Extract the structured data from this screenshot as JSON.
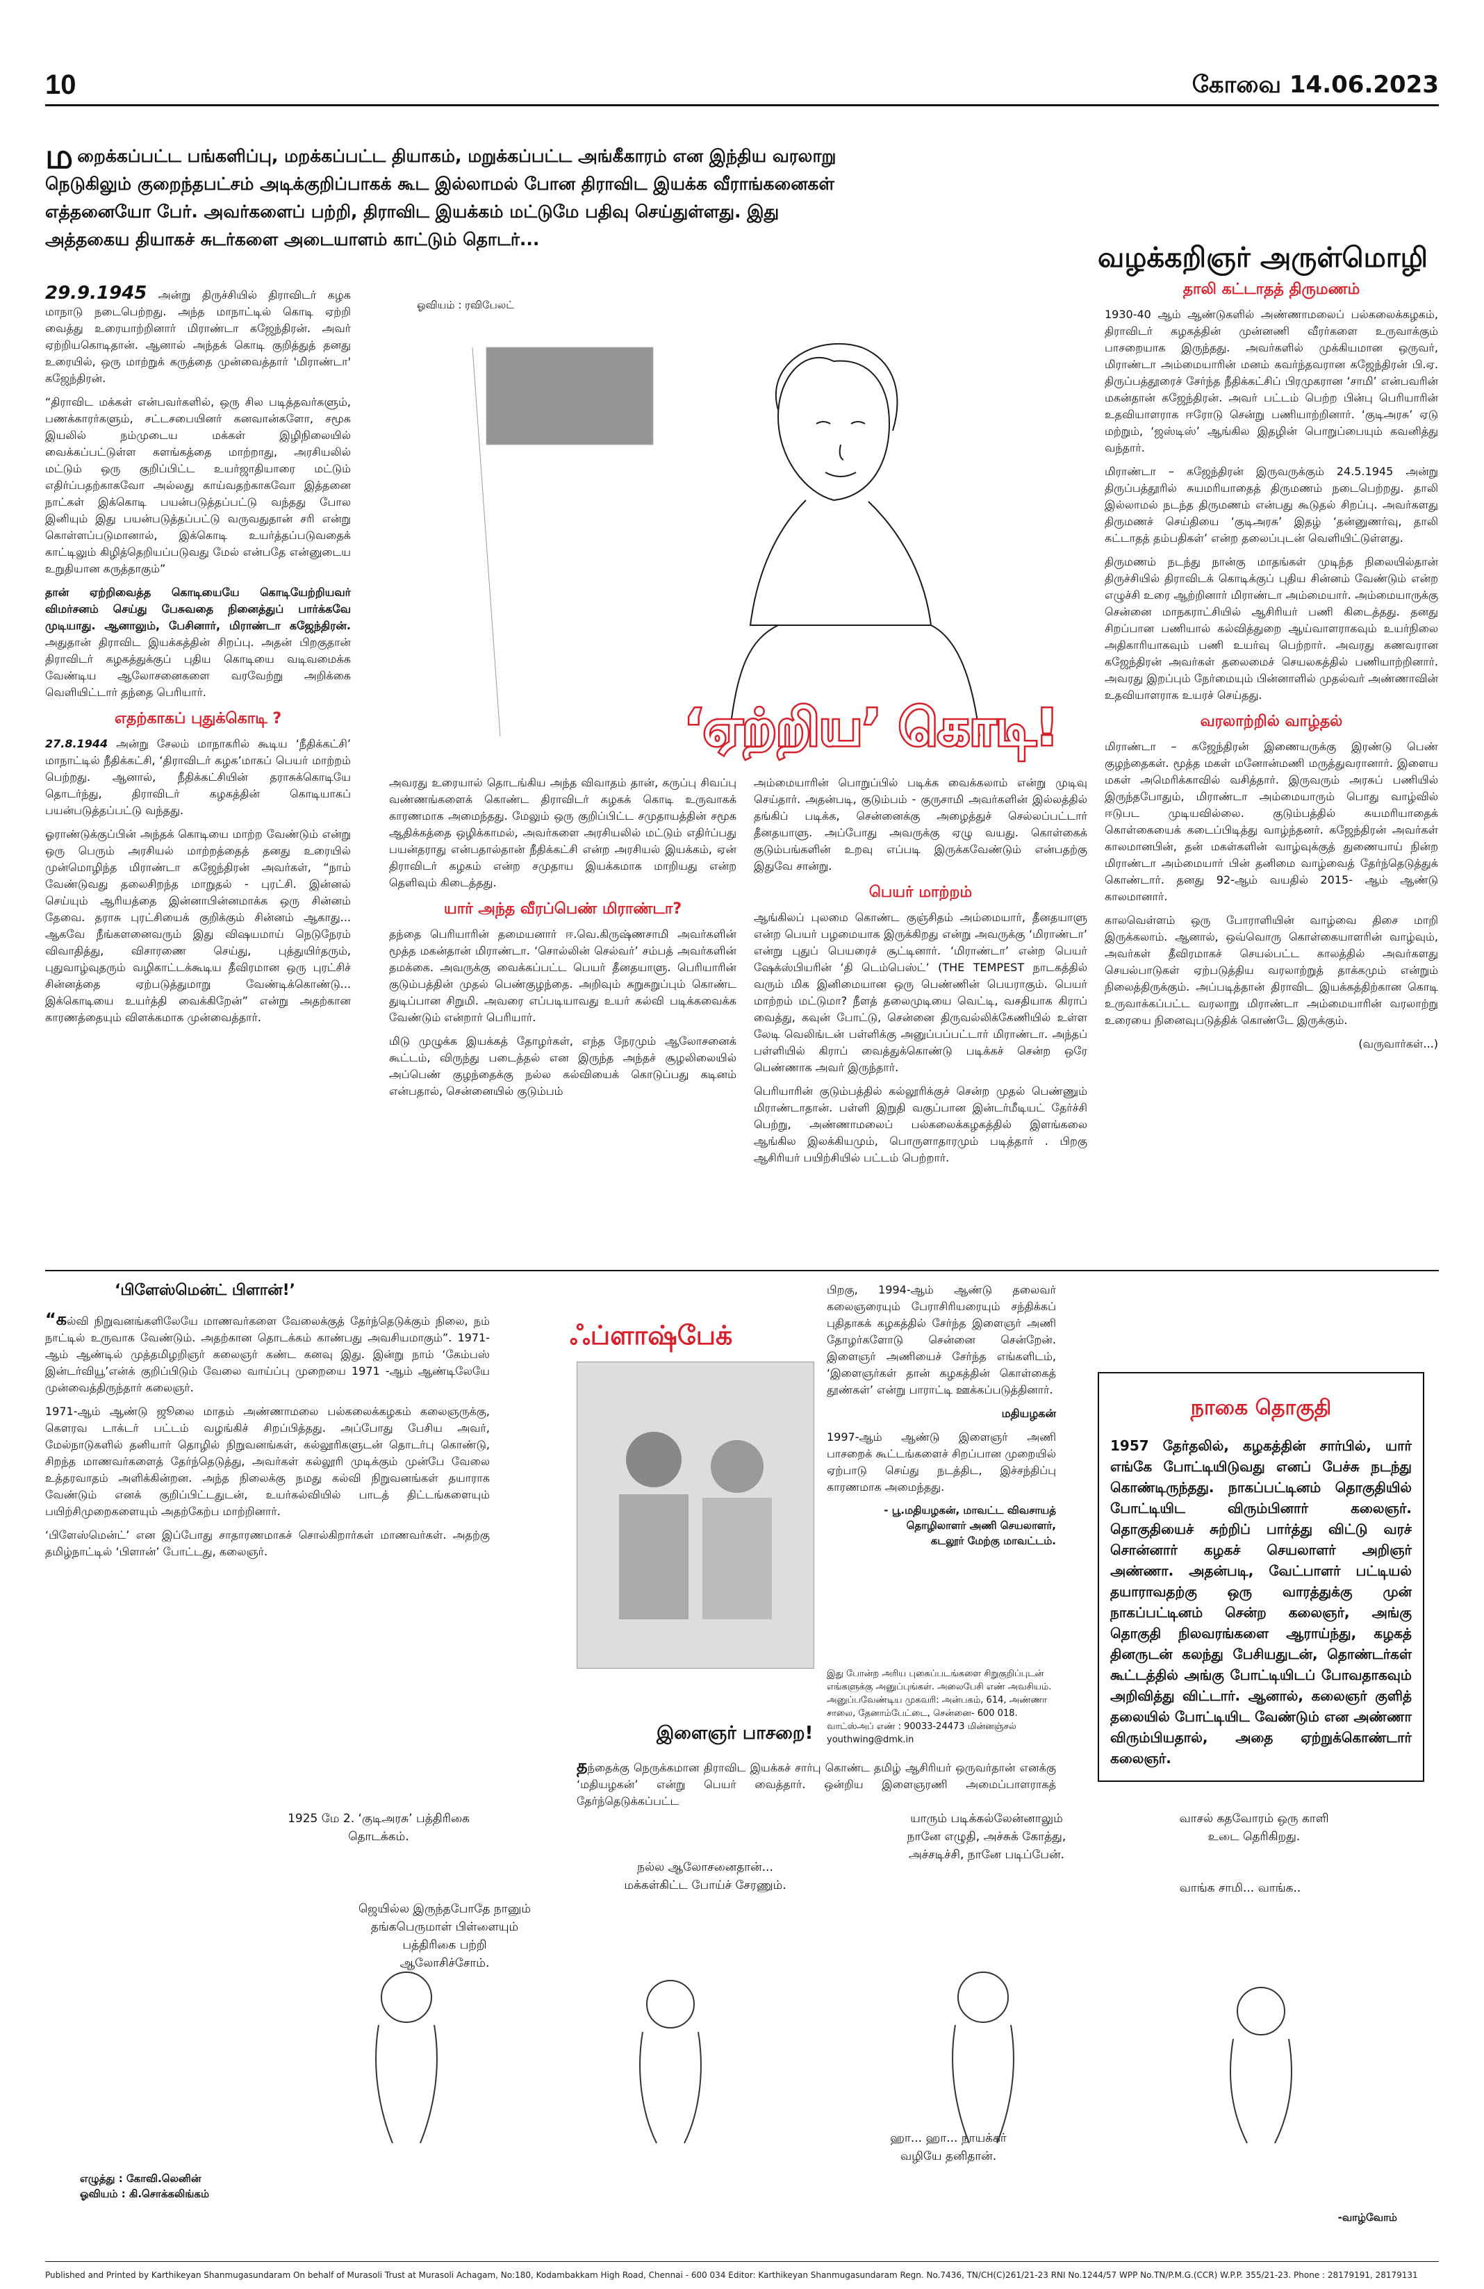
{
  "header": {
    "page_number": "10",
    "city_date": "கோவை 14.06.2023"
  },
  "intro": {
    "dropcap": "ம",
    "text": "றைக்கப்பட்ட பங்களிப்பு, மறக்கப்பட்ட தியாகம், மறுக்கப்பட்ட அங்கீகாரம் என இந்திய வரலாறு நெடுகிலும் குறைந்தபட்சம் அடிக்குறிப்பாகக் கூட இல்லாமல் போன திராவிட இயக்க வீராங்கனைகள் எத்தனையோ பேர். அவர்களைப் பற்றி, திராவிட இயக்கம் மட்டுமே பதிவு செய்துள்ளது. இது அத்தகைய தியாகச் சுடர்களை அடையாளம் காட்டும் தொடர்..."
  },
  "series": {
    "label": "வழக்கறிஞர் அருள்மொழி"
  },
  "art_credit": "ஓவியம் : ரவிபேலட்",
  "main_title": "‘ஏற்றிய’ கொடி!",
  "col1": {
    "p1_date": "29.9.1945",
    "p1": "அன்று திருச்சியில் திராவிடர் கழக மாநாடு நடைபெற்றது. அந்த மாநாட்டில் கொடி ஏற்றி வைத்து உரையாற்றினார் மிராண்டா கஜேந்திரன். அவர் ஏற்றியகொடிதான். ஆனால் அந்தக் கொடி குறித்துத் தனது உரையில், ஒரு மாற்றுக் கருத்தை முன்வைத்தார் 'மிராண்டா' கஜேந்திரன்.",
    "p2": "“திராவிட மக்கள் என்பவர்களில், ஒரு சில படித்தவர்களும், பணக்காரர்களும், சட்டசபையினர் கனவான்களோ, சமூக இயலில் நம்முடைய மக்கள் இழிநிலையில் வைக்கப்பட்டுள்ள களங்கத்தை மாற்றாது, அரசியலில் மட்டும் ஒரு குறிப்பிட்ட உயர்ஜாதியாரை மட்டும் எதிர்ப்பதற்காகவோ அல்லது காய்வதற்காகவோ இத்தனை நாட்கள் இக்கொடி பயன்படுத்தப்பட்டு வந்தது போல இனியும் இது பயன்படுத்தப்பட்டு வருவதுதான் சரி என்று கொள்ளப்படுமானால், இக்கொடி உயர்த்தப்படுவதைக் காட்டிலும் கிழித்தெறியப்படுவது மேல் என்பதே என்னுடைய உறுதியான கருத்தாகும்”",
    "p3": "தான் ஏற்றிவைத்த கொடியையே கொடியேற்றியவர் விமர்சனம் செய்து பேசுவதை நினைத்துப் பார்க்கவே முடியாது. ஆனாலும், பேசினார், மிராண்டா கஜேந்திரன்.",
    "p3b": "அதுதான் திராவிட இயக்கத்தின் சிறப்பு. அதன் பிறகுதான் திராவிடர் கழகத்துக்குப் புதிய கொடியை வடிவமைக்க வேண்டிய ஆலோசனைகளை வரவேற்று அறிக்கை வெளியிட்டார் தந்தை பெரியார்.",
    "sub": "எதற்காகப் புதுக்கொடி ?",
    "p4_date": "27.8.1944",
    "p4": "அன்று சேலம் மாநாகரில் கூடிய ‘நீதிக்கட்சி’ மாநாட்டில் நீதிக்கட்சி, ‘திராவிடர் கழக’மாகப் பெயர் மாற்றம் பெற்றது. ஆனால், நீதிக்கட்சியின் தராசுக்கொடியே தொடர்ந்து, திராவிடர் கழகத்தின் கொடியாகப் பயன்படுத்தப்பட்டு வந்தது.",
    "p5": "ஓராண்டுக்குப்பின் அந்தக் கொடியை மாற்ற வேண்டும் என்று ஒரு பெரும் அரசியல் மாற்றத்தைத் தனது உரையில் முன்மொழிந்த மிராண்டா கஜேந்திரன் அவர்கள், “நாம் வேண்டுவது தலைசிறந்த மாறுதல் - புரட்சி. இன்னல் செய்யும் ஆரியத்தை இன்னாபின்னமாக்க ஒரு சின்னம் தேவை. தராசு புரட்சியைக் குறிக்கும் சின்னம் ஆகாது... ஆகவே நீங்களனைவரும் இது விஷயமாய் நெடுநேரம் விவாதித்து, விசாரணை செய்து, புத்துயிர்தரும், புதுவாழ்வுதரும் வழிகாட்டக்கூடிய தீவிரமான ஒரு புரட்சிச் சின்னத்தை ஏற்படுத்துமாறு வேண்டிக்கொண்டு... இக்கொடியை உயர்த்தி வைக்கிறேன்” என்று அதற்கான காரணத்தையும் விளக்கமாக முன்வைத்தார்."
  },
  "col2": {
    "p1": "அவரது உரையால் தொடங்கிய அந்த விவாதம் தான், கருப்பு சிவப்பு வண்ணங்களைக் கொண்ட திராவிடர் கழகக் கொடி உருவாகக் காரணமாக அமைந்தது. மேலும் ஒரு குறிப்பிட்ட சமுதாயத்தின் சமூக ஆதிக்கத்தை ஒழிக்காமல், அவர்களை அரசியலில் மட்டும் எதிர்ப்பது பயன்தராது என்பதால்தான் நீதிக்கட்சி என்ற அரசியல் இயக்கம், ஏன் திராவிடர் கழகம் என்ற சமுதாய இயக்கமாக மாறியது என்ற தெளிவும் கிடைத்தது.",
    "sub": "யார் அந்த வீரப்பெண் மிராண்டா?",
    "p2": "தந்தை பெரியாரின் தமையனார் ஈ.வெ.கிருஷ்ணசாமி அவர்களின் மூத்த மகன்தான் மிராண்டா. ‘சொல்லின் செல்வர்’ சம்பத் அவர்களின் தமக்கை. அவருக்கு வைக்கப்பட்ட பெயர் தீனதயாளு. பெரியாரின் குடும்பத்தின் முதல் பெண்குழந்தை. அறிவும் சுறுசுறுப்பும் கொண்ட துடிப்பான சிறுமி. அவரை எப்படியாவது உயர் கல்வி படிக்கவைக்க வேண்டும் என்றார் பெரியார்.",
    "p3": "மிடு முழுக்க இயக்கத் தோழர்கள், எந்த நேரமும் ஆலோசனைக் கூட்டம், விருந்து படைத்தல் என இருந்த அந்தச் சூழலிலையில் அப்பெண் குழந்தைக்கு நல்ல கல்வியைக் கொடுப்பது கடினம் என்பதால், சென்னையில் குடும்பம்"
  },
  "col3": {
    "p1": "அம்மையாரின் பொறுப்பில் படிக்க வைக்கலாம் என்று முடிவு செய்தார். அதன்படி, குடும்பம் - குருசாமி அவர்களின் இல்லத்தில் தங்கிப் படிக்க, சென்னைக்கு அழைத்துச் செல்லப்பட்டார் தீனதயாளு. அப்போது அவருக்கு ஏழு வயது. கொள்கைக் குடும்பங்களின் உறவு எப்படி இருக்கவேண்டும் என்பதற்கு இதுவே சான்று.",
    "sub": "பெயர் மாற்றம்",
    "p2": "ஆங்கிலப் புலமை கொண்ட குஞ்சிதம் அம்மையார், தீனதயாளு என்ற பெயர் பழமையாக இருக்கிறது என்று அவருக்கு ‘மிராண்டா’ என்று புதுப் பெயரைச் சூட்டினார். ‘மிராண்டா’ என்ற பெயர் ஷேக்ஸ்பியரின் ‘தி டெம்பெஸ்ட்’ (THE TEMPEST நாடகத்தில் வரும் மிக இனிமையான ஒரு பெண்ணின் பெயராகும். பெயர் மாற்றம் மட்டுமா? நீளத் தலைமுடியை வெட்டி, வசதியாக கிராப் வைத்து, கவுன் போட்டு, சென்னை திருவல்லிக்கேணியில் உள்ள லேடி வெலிங்டன் பள்ளிக்கு அனுப்பப்பட்டார் மிராண்டா. அந்தப் பள்ளியில் கிராப் வைத்துக்கொண்டு படிக்கச் சென்ற ஒரே பெண்ணாக அவர் இருந்தார்.",
    "p3": "பெரியாரின் குடும்பத்தில் கல்லூரிக்குச் சென்ற முதல் பெண்ணும் மிராண்டாதான். பள்ளி இறுதி வகுப்பான இன்டர்மீடியட் தேர்ச்சி பெற்று, அண்ணாமலைப் பல்கலைக்கழகத்தில் இளங்கலை ஆங்கில இலக்கியமும், பொருளாதாரமும் படித்தார் . பிறகு ஆசிரியர் பயிற்சியில் பட்டம் பெற்றார்."
  },
  "col4": {
    "sub1": "தாலி கட்டாதத் திருமணம்",
    "p1": "1930-40 ஆம் ஆண்டுகளில் அண்ணாமலைப் பல்கலைக்கழகம், திராவிடர் கழகத்தின் முன்னணி வீரர்களை உருவாக்கும் பாசறையாக இருந்தது. அவர்களில் முக்கியமான ஒருவர், மிராண்டா அம்மையாரின் மனம் கவர்ந்தவரான கஜேந்திரன் பி.ஏ. திருப்பத்தூரைச் சேர்ந்த நீதிக்கட்சிப் பிரமுகரான ‘சாமி’ என்பவரின் மகன்தான் கஜேந்திரன். அவர் பட்டம் பெற்ற பின்பு பெரியாரின் உதவியாளராக ஈரோடு சென்று பணியாற்றினார். ‘குடிஅரசு’ ஏடு மற்றும், ‘ஜஸ்டிஸ்’ ஆங்கில இதழின் பொறுப்பையும் கவனித்து வந்தார்.",
    "p2": "மிராண்டா – கஜேந்திரன் இருவருக்கும் 24.5.1945 அன்று திருப்பத்தூரில் சுயமரியாதைத் திருமணம் நடைபெற்றது. தாலி இல்லாமல் நடந்த திருமணம் என்பது கூடுதல் சிறப்பு. அவர்களது திருமணச் செய்தியை ‘குடிஅரசு’ இதழ் ‘தன்னுணர்வு, தாலி கட்டாதத் தம்பதிகள்’ என்ற தலைப்புடன் வெளியிட்டுள்ளது.",
    "p3": "திருமணம் நடந்து நான்கு மாதங்கள் முடிந்த நிலையில்தான் திருச்சியில் திராவிடக் கொடிக்குப் புதிய சின்னம் வேண்டும் என்ற எழுச்சி உரை ஆற்றினார் மிராண்டா அம்மையார். அம்மையாருக்கு சென்னை மாநகராட்சியில் ஆசிரியர் பணி கிடைத்தது. தனது சிறப்பான பணியால் கல்வித்துறை ஆய்வாளராகவும் உயர்நிலை அதிகாரியாகவும் பணி உயர்வு பெற்றார். அவரது கணவரான கஜேந்திரன் அவர்கள் தலைமைச் செயலகத்தில் பணியாற்றினார். அவரது இறப்பும் நேர்மையும் பின்னாளில் முதல்வர் அண்ணாவின் உதவியாளராக உயரச் செய்தது.",
    "sub2": "வரலாற்றில் வாழ்தல்",
    "p4": "மிராண்டா – கஜேந்திரன் இணையருக்கு இரண்டு பெண் குழந்தைகள். மூத்த மகள் மனோன்மணி மருத்துவரானார். இளைய மகள் அமெரிக்காவில் வசித்தார். இருவரும் அரசுப் பணியில் இருந்தபோதும், மிராண்டா அம்மையாரும் பொது வாழ்வில் ஈடுபட முடியவில்லை. குடும்பத்தில் சுயமரியாதைக் கொள்கையைக் கடைப்பிடித்து வாழ்ந்தனர். கஜேந்திரன் அவர்கள் காலமானபின், தன் மகள்களின் வாழ்வுக்குத் துணையாய் நின்ற மிராண்டா அம்மையார் பின் தனிமை வாழ்வைத் தேர்ந்தெடுத்துக் கொண்டார். தனது 92-ஆம் வயதில் 2015- ஆம் ஆண்டு காலமானார்.",
    "p5": "காலவெள்ளம் ஒரு போராளியின் வாழ்வை திசை மாறி இருக்கலாம். ஆனால், ஒவ்வொரு கொள்கையாளரின் வாழ்வும், அவர்கள் தீவிரமாகச் செயல்பட்ட காலத்தில் அவர்களது செயல்பாடுகள் ஏற்படுத்திய வரலாற்றுத் தாக்கமும் என்றும் நிலைத்திருக்கும். அப்படித்தான் திராவிட இயக்கத்திற்கான கொடி உருவாக்கப்பட்ட வரலாறு மிராண்டா அம்மையாரின் வரலாற்று உரையை நினைவுபடுத்திக் கொண்டே இருக்கும்.",
    "continued": "(வருவார்கள்...)"
  },
  "placement": {
    "title": "‘பிளேஸ்மென்ட் பிளான்!’",
    "p1_lead": "“க",
    "p1": "ல்வி நிறுவனங்களிலேயே மாணவர்களை வேலைக்குத் தேர்ந்தெடுக்கும் நிலை, நம் நாட்டில் உருவாக வேண்டும். அதற்கான தொடக்கம் காண்பது அவசியமாகும்”. 1971- ஆம் ஆண்டில் முத்தமிழறிஞர் கலைஞர் கண்ட கனவு இது. இன்று நாம் ‘கேம்பஸ் இன்டர்வியூ’என்க் குறிப்பிடும் வேலை வாய்ப்பு முறையை 1971 -ஆம் ஆண்டிலேயே முன்வைத்திருந்தார் கலைஞர்.",
    "p2": "1971-ஆம் ஆண்டு ஜூலை மாதம் அண்ணாமலை பல்கலைக்கழகம் கலைஞருக்கு, கௌரவ டாக்டர் பட்டம் வழங்கிச் சிறப்பித்தது. அப்போது பேசிய அவர், மேல்நாடுகளில் தனியார் தொழில் நிறுவனங்கள், கல்லூரிகளுடன் தொடர்பு கொண்டு, சிறந்த மாணவர்களைத் தேர்ந்தெடுத்து, அவர்கள் கல்லூரி முடிக்கும் முன்பே வேலை உத்தரவாதம் அளிக்கின்றன. அந்த நிலைக்கு நமது கல்வி நிறுவனங்கள் தயாராக வேண்டும் எனக் குறிப்பிட்டதுடன், உயர்கல்வியில் பாடத் திட்டங்களையும் பயிற்சிமுறைகளையும் அதற்கேற்ப மாற்றினார்.",
    "p3": "‘பிளேஸ்மென்ட்’ என இப்போது சாதாரணமாகச் சொல்கிறார்கள் மாணவர்கள். அதற்கு தமிழ்நாட்டில் ‘பிளான்’ போட்டது, கலைஞர்."
  },
  "flashback": {
    "title": "ஃப்ளாஷ்பேக்",
    "p1": "பிறகு, 1994-ஆம் ஆண்டு தலைவர் கலைஞரையும் பேராசிரியரையும் சந்திக்கப் புதிதாகக் கழகத்தில் சேர்ந்த இளைஞர் அணி தோழர்களோடு சென்னை சென்றேன். இளைஞர் அணியைச் சேர்ந்த எங்களிடம், ‘இளைஞர்கள் தான் கழகத்தின் கொள்கைத் தூண்கள்’ என்று பாராட்டி ஊக்கப்படுத்தினார்.",
    "p1_side": "மதியழகன்",
    "p2": "1997-ஆம் ஆண்டு இளைஞர் அணி பாசறைக் கூட்டங்களைச் சிறப்பான முறையில் ஏற்பாடு செய்து நடத்திட, இச்சந்திப்பு காரணமாக அமைந்தது.",
    "signature1": "- பூ.மதியழகன், மாவட்ட விவசாயத் தொழிலாளர் அணி செயலாளர்,",
    "signature2": "கடலூர் மேற்கு மாவட்டம்.",
    "note": "இது போன்ற அரிய புகைப்படங்களை சிறுகுறிப்புடன் எங்களுக்கு அனுப்புங்கள். அலைபேசி எண் அவசியம். அனுப்பவேண்டிய முகவரி: அன்பகம், 614, அண்ணா சாலை, தேனாம்பேட்டை, சென்னை- 600 018. வாட்ஸ்அப் எண் : 90033-24473 மின்னஞ்சல் youthwing@dmk.in",
    "caption_title": "இளைஞர் பாசறை!",
    "caption_lead": "த",
    "caption": "ந்தைக்கு நெருக்கமான திராவிட இயக்கச் சார்பு கொண்ட தமிழ் ஆசிரியர் ஒருவர்தான் எனக்கு ‘மதியழகன்’ என்று பெயர் வைத்தார். ஒன்றிய இளைஞரணி அமைப்பாளராகத் தேர்ந்தெடுக்கப்பட்ட"
  },
  "nagai": {
    "title": "நாகை தொகுதி",
    "p1": "1957 தேர்தலில், கழகத்தின் சார்பில், யார் எங்கே போட்டியிடுவது எனப் பேச்சு நடந்து கொண்டிருந்தது. நாகப்பட்டினம் தொகுதியில் போட்டியிட விரும்பினார் கலைஞர். தொகுதியைச் சுற்றிப் பார்த்து விட்டு வரச் சொன்னார் கழகச் செயலாளர் அறிஞர் அண்ணா. அதன்படி, வேட்பாளர் பட்டியல் தயாராவதற்கு ஒரு வாரத்துக்கு முன் நாகப்பட்டினம் சென்ற கலைஞர், அங்கு தொகுதி நிலவரங்களை ஆராய்ந்து, கழகத் தினருடன் கலந்து பேசியதுடன், தொண்டர்கள் கூட்டத்தில் அங்கு போட்டியிடப் போவதாகவும் அறிவித்து விட்டார். ஆனால், கலைஞர் குளித் தலையில் போட்டியிட வேண்டும் என அண்ணா விரும்பியதால், அதை ஏற்றுக்கொண்டார் கலைஞர்."
  },
  "comic": {
    "t1": "1925 மே 2. ‘குடிஅரசு’ பத்திரிகை தொடக்கம்.",
    "t2": "ஜெயில்ல இருந்தபோதே நானும் தங்கபெருமாள் பிள்ளையும் பத்திரிகை பற்றி ஆலோசிச்சோம்.",
    "t3": "நல்ல ஆலோசனைதான்... மக்கள்கிட்ட போய்ச் சேரணும்.",
    "t4": "யாரும் படிக்கல்லேன்னாலும் நானே எழுதி, அச்சுக் கோத்து, அச்சடிச்சி, நானே படிப்பேன்.",
    "t5": "வாசல் கதவோரம் ஒரு காளி உடை தெரிகிறது.",
    "t6": "வாங்க சாமி... வாங்க..",
    "t7": "ஹா... ஹா... நாயக்கர் வழியே தனிதான்.",
    "credit1": "எழுத்து : கோவி.லெனின்",
    "credit2": "ஓவியம் : கி.சொக்கலிங்கம்",
    "end": "-வாழ்வோம்"
  },
  "footer": {
    "text": "Published and Printed by Karthikeyan Shanmugasundaram On behalf of Murasoli Trust at Murasoli Achagam, No:180, Kodambakkam High Road, Chennai - 600 034  Editor: Karthikeyan Shanmugasundaram Regn. No.7436, TN/CH(C)261/21-23 RNI No.1244/57 WPP No.TN/P.M.G.(CCR) W.P.P. 355/21-23. Phone : 28179191, 28179131"
  }
}
